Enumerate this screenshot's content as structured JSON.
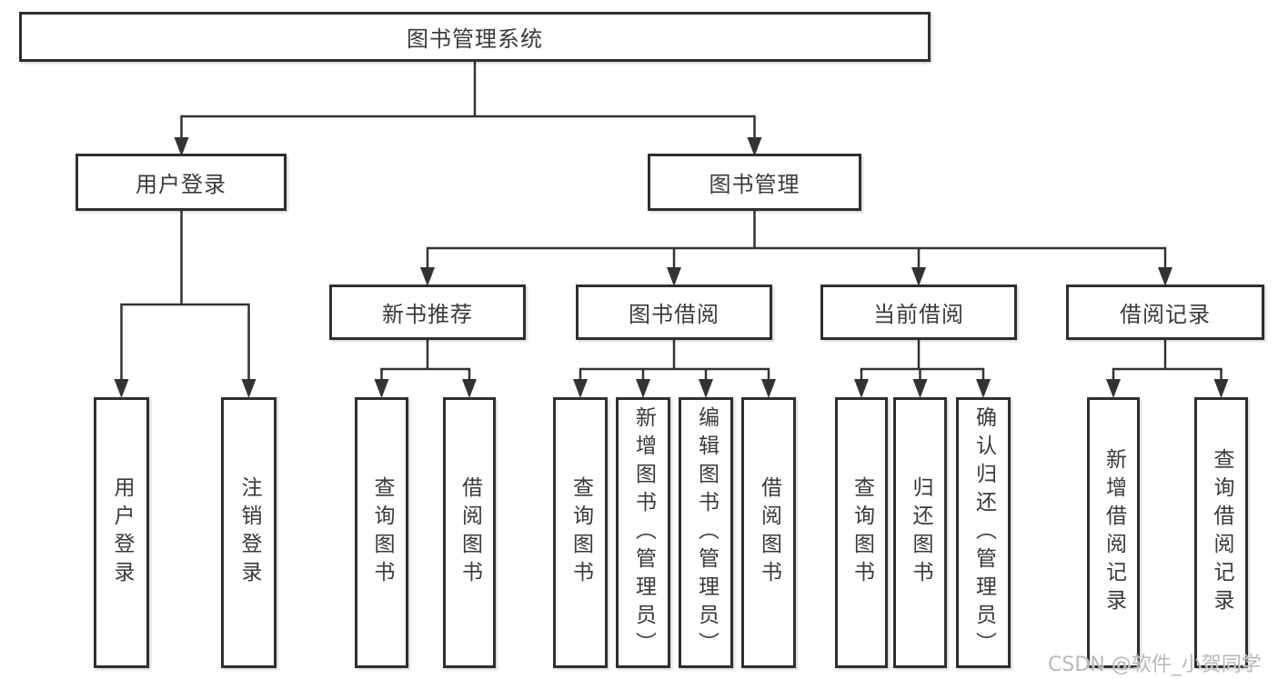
{
  "nodes": {
    "root": {
      "label": "图书管理系统"
    },
    "user_login": {
      "label": "用户登录"
    },
    "book_mgmt": {
      "label": "图书管理"
    },
    "new_book_rec": {
      "label": "新书推荐"
    },
    "book_borrow": {
      "label": "图书借阅"
    },
    "current_borrow": {
      "label": "当前借阅"
    },
    "borrow_records": {
      "label": "借阅记录"
    },
    "leaf_user_login": {
      "label": "用户登录"
    },
    "leaf_logout": {
      "label": "注销登录"
    },
    "nb_query": {
      "label": "查询图书"
    },
    "nb_borrow": {
      "label": "借阅图书"
    },
    "bb_query": {
      "label": "查询图书"
    },
    "bb_add": {
      "label": "新增图书（管理员）"
    },
    "bb_edit": {
      "label": "编辑图书（管理员）"
    },
    "bb_borrow": {
      "label": "借阅图书"
    },
    "cb_query": {
      "label": "查询图书"
    },
    "cb_return": {
      "label": "归还图书"
    },
    "cb_confirm": {
      "label": "确认归还（管理员）"
    },
    "br_add": {
      "label": "新增借阅记录"
    },
    "br_query": {
      "label": "查询借阅记录"
    }
  },
  "hierarchy": {
    "图书管理系统": {
      "用户登录": [
        "用户登录",
        "注销登录"
      ],
      "图书管理": {
        "新书推荐": [
          "查询图书",
          "借阅图书"
        ],
        "图书借阅": [
          "查询图书",
          "新增图书（管理员）",
          "编辑图书（管理员）",
          "借阅图书"
        ],
        "当前借阅": [
          "查询图书",
          "归还图书",
          "确认归还（管理员）"
        ],
        "借阅记录": [
          "新增借阅记录",
          "查询借阅记录"
        ]
      }
    }
  },
  "watermark": {
    "text": "CSDN @软件_小贺同学",
    "color": "#b9b9b9"
  },
  "colors": {
    "line": "#333333",
    "box_border": "#2f2f2f",
    "text": "#3a3a3a",
    "background": "#ffffff"
  }
}
